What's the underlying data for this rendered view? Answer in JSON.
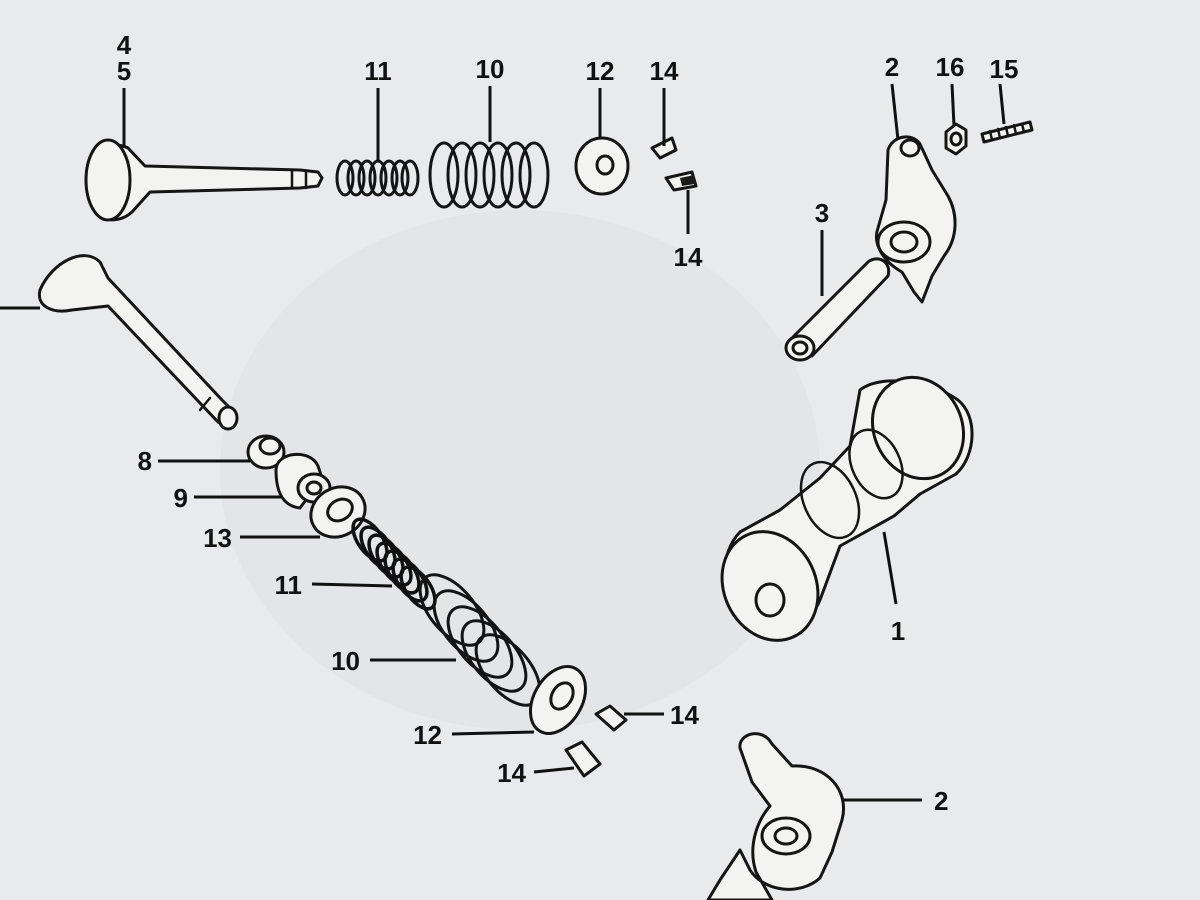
{
  "diagram": {
    "background_color": "#e9eaec",
    "ink_color": "#151515",
    "callouts": {
      "top_valve_4": "4",
      "top_valve_5": "5",
      "top_inner_spring": "11",
      "top_outer_spring": "10",
      "top_retainer": "12",
      "top_cotter_a": "14",
      "top_cotter_b": "14",
      "top_rocker_arm": "2",
      "top_nut": "16",
      "top_screw": "15",
      "rocker_shaft": "3",
      "camshaft": "1",
      "stem_seal": "8",
      "spring_seat_collar": "9",
      "spring_seat_washer": "13",
      "bottom_inner_spring": "11",
      "bottom_outer_spring": "10",
      "bottom_retainer": "12",
      "bottom_cotter_a": "14",
      "bottom_cotter_b": "14",
      "bottom_rocker_arm": "2"
    }
  }
}
